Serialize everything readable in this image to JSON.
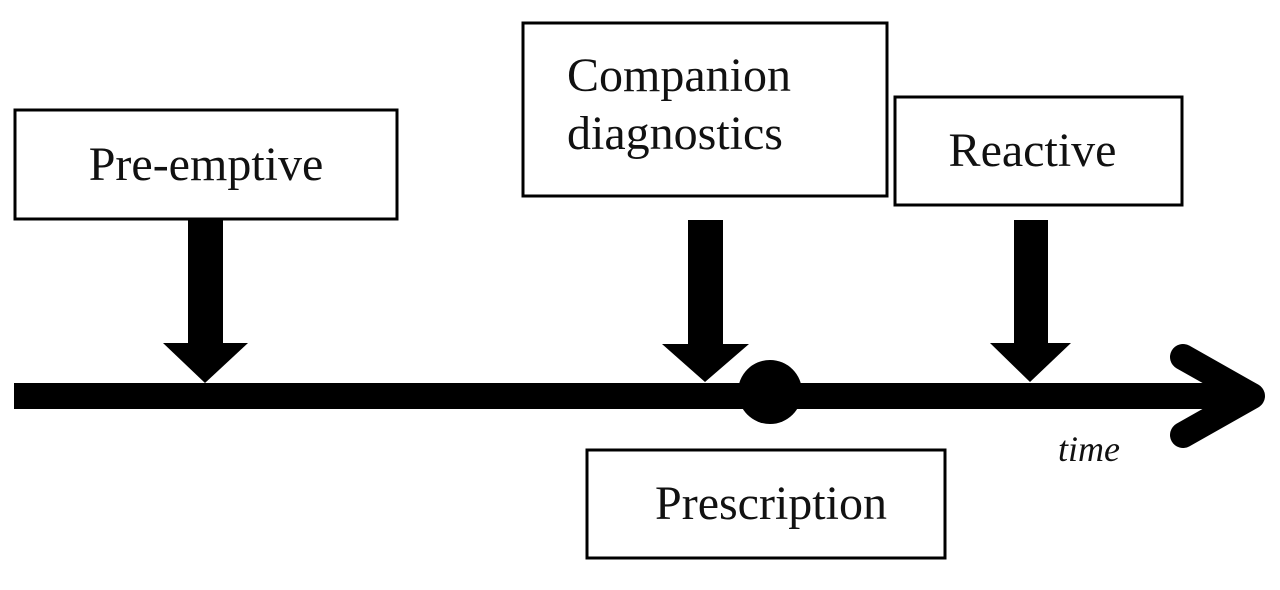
{
  "diagram": {
    "stages": {
      "preemptive": "Pre-emptive",
      "companion_line1": "Companion",
      "companion_line2": "diagnostics",
      "reactive": "Reactive",
      "prescription": "Prescription"
    },
    "axis_label": "time"
  },
  "colors": {
    "stroke": "#000000",
    "text": "#111111",
    "background": "#ffffff"
  }
}
